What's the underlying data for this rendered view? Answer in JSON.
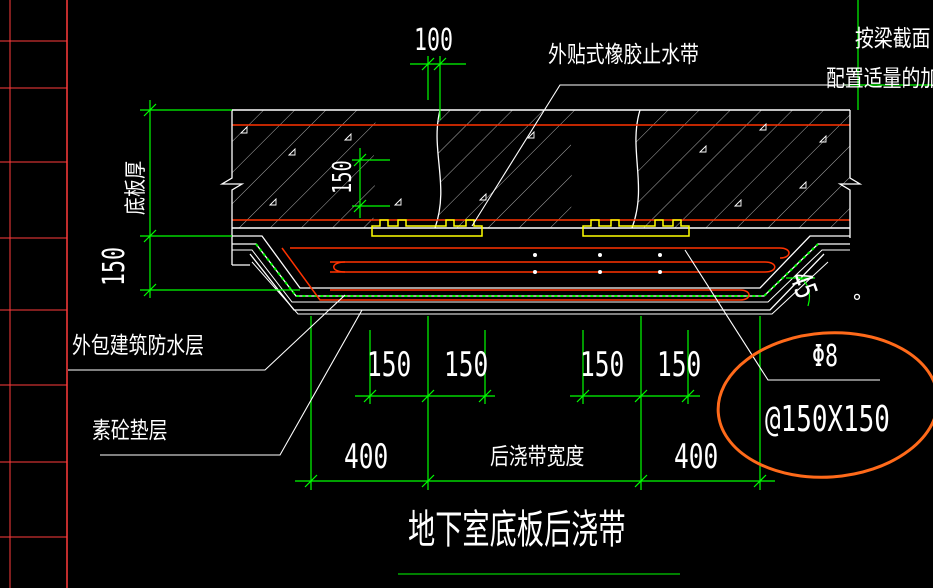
{
  "drawing": {
    "title": "地下室底板后浇带",
    "labels": {
      "waterstop": "外贴式橡胶止水带",
      "beam_note_line1": "按梁截面",
      "beam_note_line2": "配置适量的加",
      "slab_thickness": "底板厚",
      "waterproof_layer": "外包建筑防水层",
      "cushion_layer": "素砼垫层",
      "band_width": "后浇带宽度"
    },
    "dimensions": {
      "top_100": "100",
      "inner_150": "150",
      "left_150": "150",
      "spacing_a1": "150",
      "spacing_a2": "150",
      "spacing_b1": "150",
      "spacing_b2": "150",
      "offset_left_400": "400",
      "offset_right_400": "400",
      "angle": "45",
      "degree_mark": "°"
    },
    "rebar_callout": {
      "diameter": "Φ8",
      "spacing": "@150X150"
    },
    "colors": {
      "background": "#000000",
      "dimension": "#00ff00",
      "section_outline": "#ffffff",
      "rebar": "#ff3300",
      "waterstop": "#ffff00",
      "markup_circle": "#ff6a1a"
    }
  }
}
